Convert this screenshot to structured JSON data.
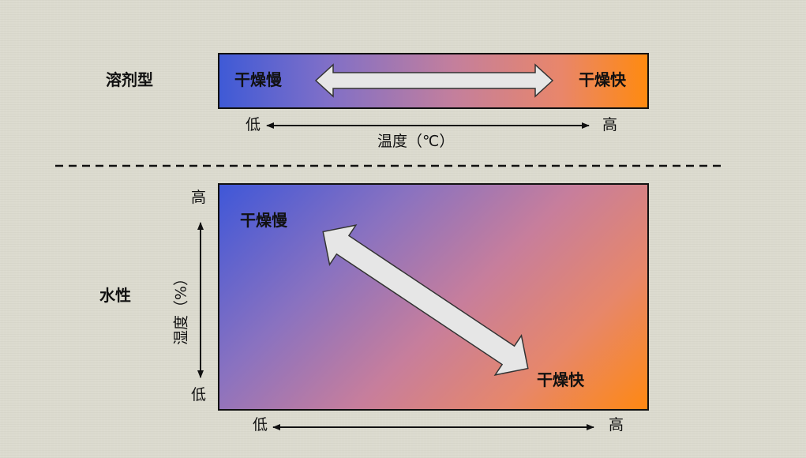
{
  "solvent": {
    "type_label": "溶剂型",
    "slow_label": "干燥慢",
    "fast_label": "干燥快",
    "axis_low": "低",
    "axis_high": "高",
    "axis_title": "温度（℃）"
  },
  "water": {
    "type_label": "水性",
    "slow_label": "干燥慢",
    "fast_label": "干燥快",
    "y_axis_high": "高",
    "y_axis_low": "低",
    "y_axis_title": "湿度（%）",
    "x_axis_low": "低",
    "x_axis_high": "高"
  },
  "colors": {
    "cool": "#3f5ad6",
    "warm": "#ff8a10",
    "arrow_fill": "#e6e6e6",
    "divider": "#111111"
  }
}
